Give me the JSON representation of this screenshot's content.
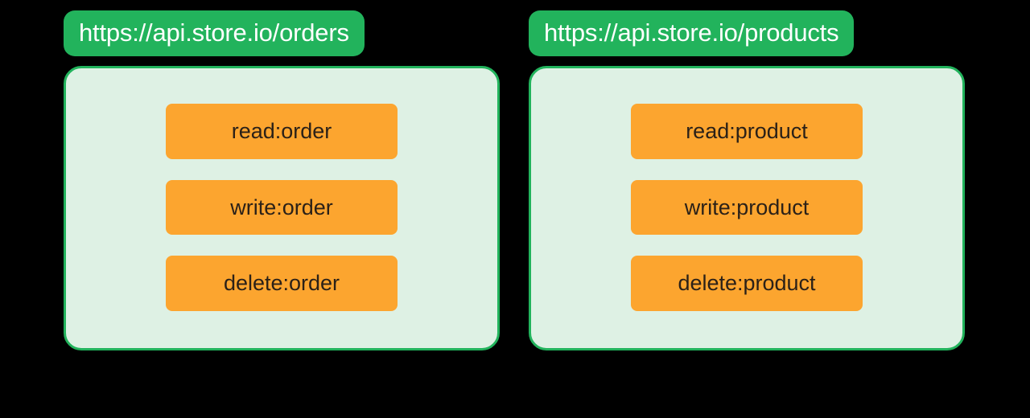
{
  "theme": {
    "background": "#000000",
    "endpoint_pill_bg": "#22B35C",
    "endpoint_pill_text": "#FFFFFF",
    "panel_bg": "#DEF1E4",
    "panel_border": "#22B35C",
    "scope_chip_bg": "#FCA52F",
    "scope_chip_text": "#2B2118"
  },
  "groups": [
    {
      "endpoint": "https://api.store.io/orders",
      "scopes": [
        {
          "label": "read:order"
        },
        {
          "label": "write:order"
        },
        {
          "label": "delete:order"
        }
      ]
    },
    {
      "endpoint": "https://api.store.io/products",
      "scopes": [
        {
          "label": "read:product"
        },
        {
          "label": "write:product"
        },
        {
          "label": "delete:product"
        }
      ]
    }
  ]
}
